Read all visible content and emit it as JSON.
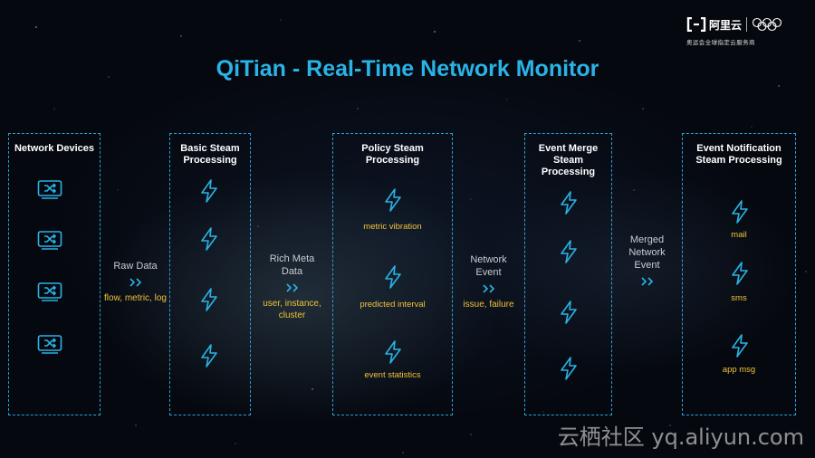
{
  "title": "QiTian - Real-Time Network Monitor",
  "logo": {
    "brand": "阿里云",
    "tagline": "奥运会全球指定云服务商"
  },
  "columns": [
    {
      "title": "Network Devices",
      "icon": "network-switch-icon"
    },
    {
      "title": "Basic Steam Processing",
      "icon": "lightning-icon"
    },
    {
      "title": "Policy Steam Processing",
      "icon": "lightning-icon",
      "items": [
        "metric vibration",
        "predicted interval",
        "event statistics"
      ]
    },
    {
      "title": "Event Merge Steam Processing",
      "icon": "lightning-icon"
    },
    {
      "title": "Event Notification Steam Processing",
      "icon": "lightning-icon",
      "items": [
        "mail",
        "sms",
        "app msg"
      ]
    }
  ],
  "connectors": [
    {
      "label": "Raw Data",
      "sub": "flow, metric, log"
    },
    {
      "label": "Rich Meta Data",
      "sub": "user, instance, cluster"
    },
    {
      "label": "Network Event",
      "sub": "issue, failure"
    },
    {
      "label": "Merged Network Event",
      "sub": ""
    }
  ],
  "watermark": "云栖社区 yq.aliyun.com",
  "colors": {
    "accent": "#2ab3e6",
    "border": "#2a9fd6",
    "highlight": "#f0c23a"
  }
}
